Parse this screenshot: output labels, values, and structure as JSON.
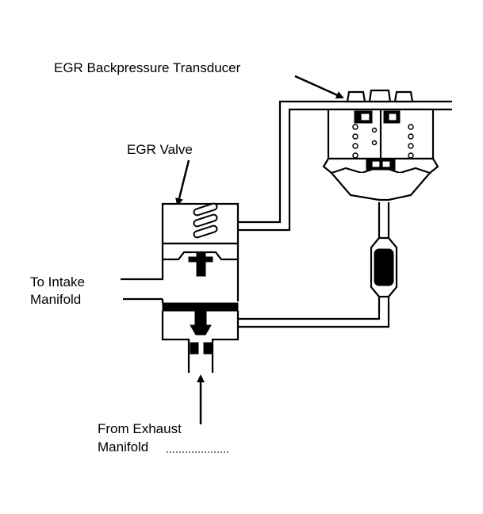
{
  "labels": {
    "transducer": "EGR Backpressure Transducer",
    "egr_valve": "EGR Valve",
    "intake_line1": "To Intake",
    "intake_line2": "Manifold",
    "exhaust_line1": "From Exhaust",
    "exhaust_line2": "Manifold"
  },
  "colors": {
    "ink": "#000000",
    "paper": "#ffffff"
  }
}
